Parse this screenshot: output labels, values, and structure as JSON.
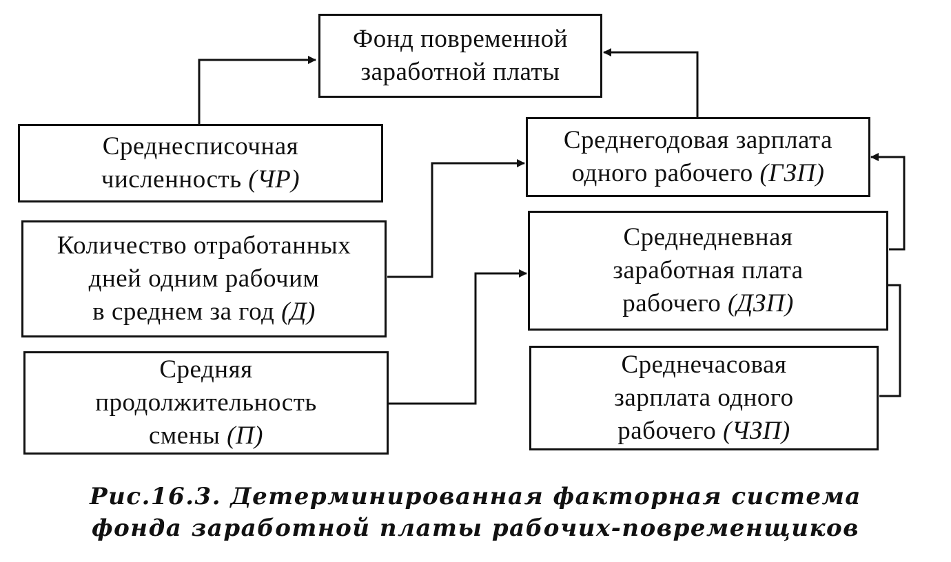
{
  "boxes": {
    "fund": {
      "lines": [
        "Фонд повременной",
        "заработной платы"
      ]
    },
    "headcount": {
      "lines": [
        "Среднесписочная"
      ],
      "last_line": "численность",
      "abbr": "(ЧР)"
    },
    "days": {
      "lines": [
        "Количество отработанных",
        "дней одним рабочим"
      ],
      "last_line": "в среднем за год",
      "abbr": "(Д)"
    },
    "shift": {
      "lines": [
        "Средняя",
        "продолжительность"
      ],
      "last_line": "смены",
      "abbr": "(П)"
    },
    "annual_wage": {
      "lines": [
        "Среднегодовая зарплата"
      ],
      "last_line": "одного рабочего",
      "abbr": "(ГЗП)"
    },
    "daily_wage": {
      "lines": [
        "Среднедневная",
        "заработная плата"
      ],
      "last_line": "рабочего",
      "abbr": "(ДЗП)"
    },
    "hourly_wage": {
      "lines": [
        "Среднечасовая",
        "зарплата одного"
      ],
      "last_line": "рабочего",
      "abbr": "(ЧЗП)"
    }
  },
  "caption": {
    "line1": "Рис.16.3. Детерминированная факторная система",
    "line2": "фонда заработной платы рабочих-повременщиков"
  },
  "colors": {
    "ink": "#111111",
    "paper": "#ffffff"
  }
}
